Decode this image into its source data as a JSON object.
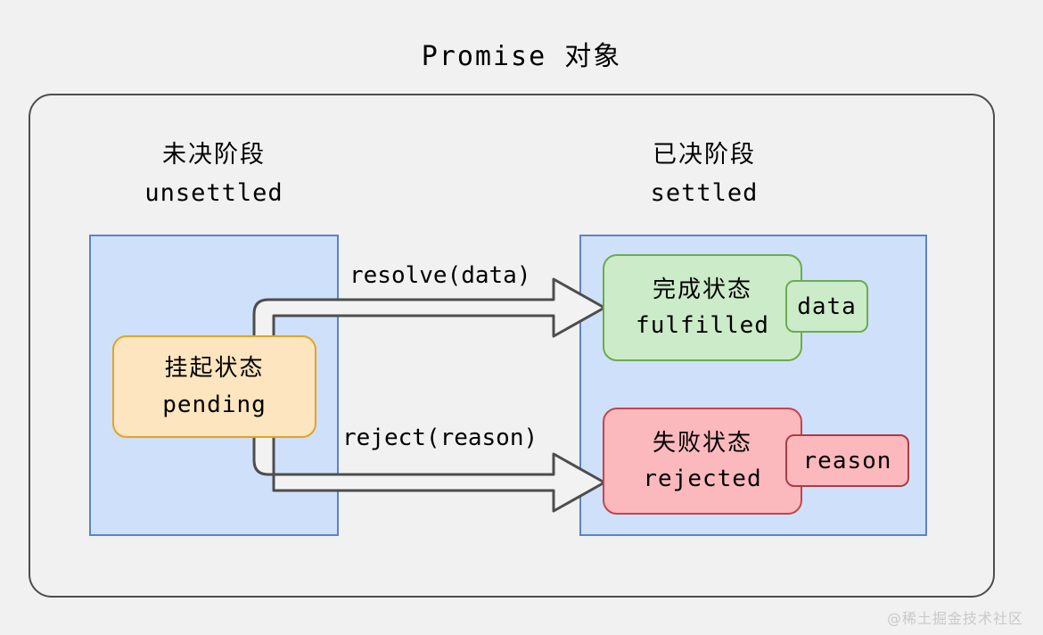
{
  "title": "Promise 对象",
  "phases": [
    {
      "id": "unsettled",
      "cn": "未决阶段",
      "en": "unsettled"
    },
    {
      "id": "settled",
      "cn": "已决阶段",
      "en": "settled"
    }
  ],
  "states": [
    {
      "id": "pending",
      "cn": "挂起状态",
      "en": "pending"
    },
    {
      "id": "fulfilled",
      "cn": "完成状态",
      "en": "fulfilled"
    },
    {
      "id": "rejected",
      "cn": "失败状态",
      "en": "rejected"
    }
  ],
  "badges": [
    {
      "id": "data",
      "label": "data"
    },
    {
      "id": "reason",
      "label": "reason"
    }
  ],
  "transitions": [
    {
      "id": "resolve",
      "label": "resolve(data)",
      "from": "pending",
      "to": "fulfilled"
    },
    {
      "id": "reject",
      "label": "reject(reason)",
      "from": "pending",
      "to": "rejected"
    }
  ],
  "watermark": "@稀土掘金技术社区",
  "colors": {
    "page_background": "#f1f1f1",
    "panel_border": "#4d4d4d",
    "phase_fill": "#cfe0fb",
    "phase_border": "#5b84c4",
    "pending_fill": "#fde5bf",
    "pending_border": "#e0a428",
    "fulfilled_fill": "#ccebc8",
    "fulfilled_border": "#6bab52",
    "rejected_fill": "#fbb9bd",
    "rejected_border": "#c3454d",
    "arrow_fill": "#f2f2f2",
    "arrow_border": "#4d4d4d",
    "watermark": "#c9c9c9"
  }
}
